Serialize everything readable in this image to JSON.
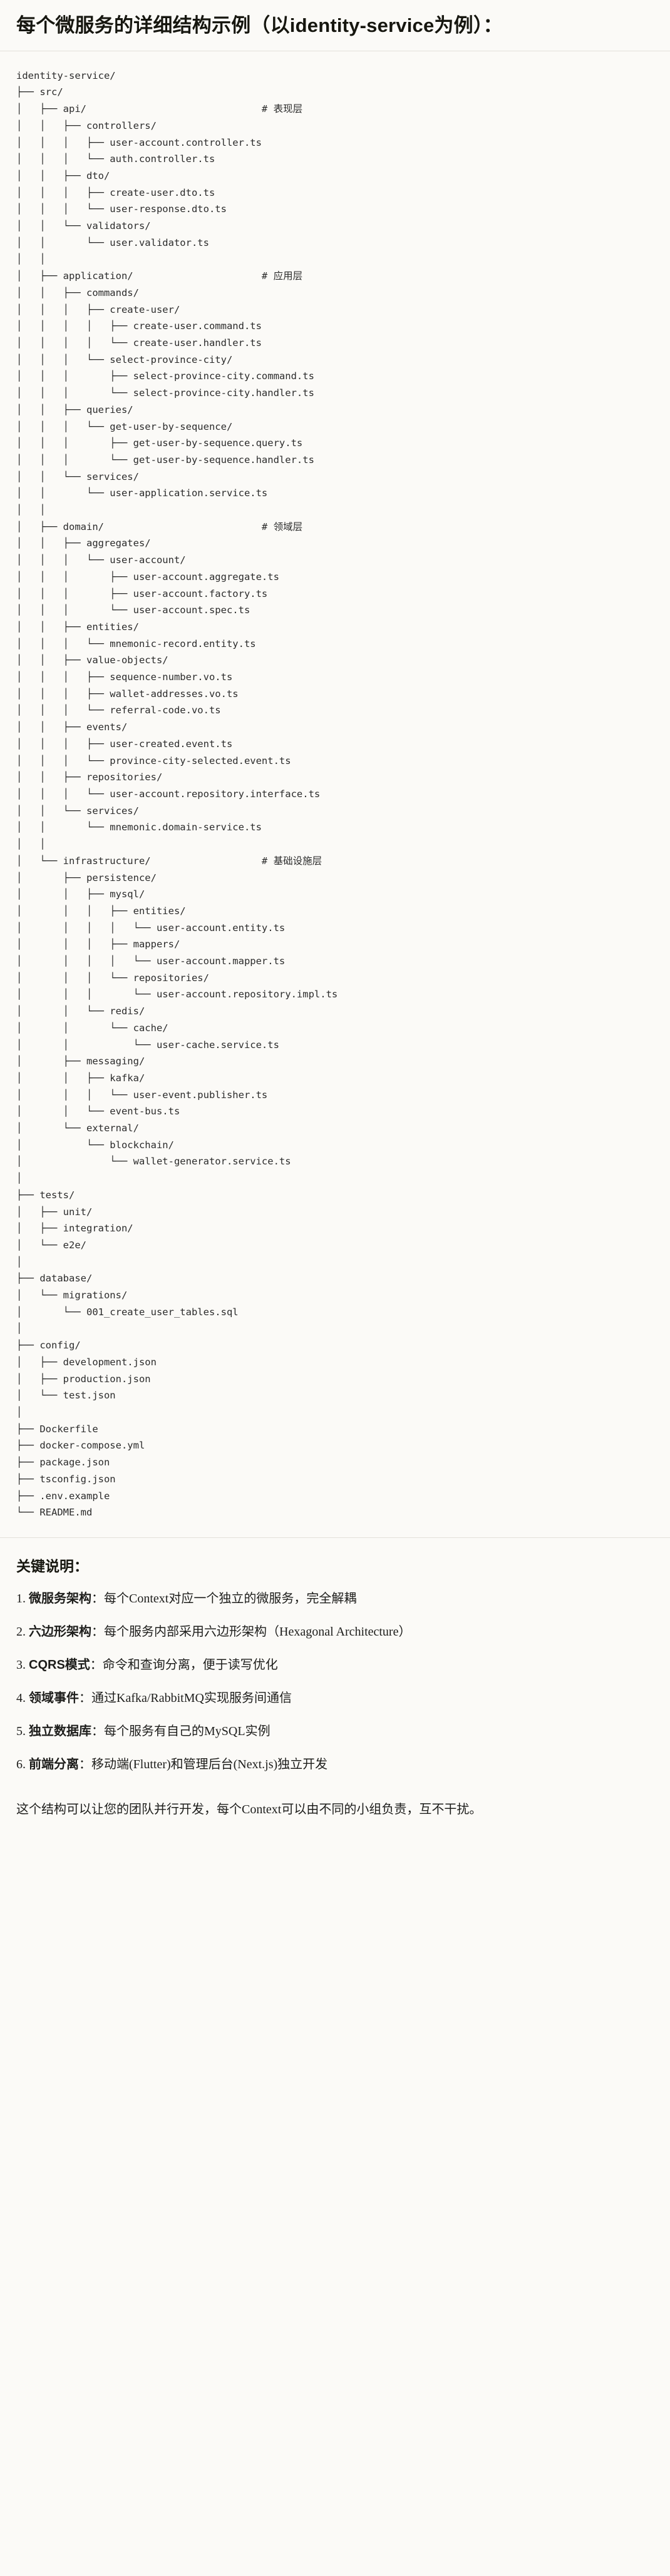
{
  "header": {
    "title": "每个微服务的详细结构示例（以identity-service为例）："
  },
  "tree": {
    "root": "identity-service/",
    "text": "identity-service/\n├── src/\n│   ├── api/                              # 表现层\n│   │   ├── controllers/\n│   │   │   ├── user-account.controller.ts\n│   │   │   └── auth.controller.ts\n│   │   ├── dto/\n│   │   │   ├── create-user.dto.ts\n│   │   │   └── user-response.dto.ts\n│   │   └── validators/\n│   │       └── user.validator.ts\n│   │\n│   ├── application/                      # 应用层\n│   │   ├── commands/\n│   │   │   ├── create-user/\n│   │   │   │   ├── create-user.command.ts\n│   │   │   │   └── create-user.handler.ts\n│   │   │   └── select-province-city/\n│   │   │       ├── select-province-city.command.ts\n│   │   │       └── select-province-city.handler.ts\n│   │   ├── queries/\n│   │   │   └── get-user-by-sequence/\n│   │   │       ├── get-user-by-sequence.query.ts\n│   │   │       └── get-user-by-sequence.handler.ts\n│   │   └── services/\n│   │       └── user-application.service.ts\n│   │\n│   ├── domain/                           # 领域层\n│   │   ├── aggregates/\n│   │   │   └── user-account/\n│   │   │       ├── user-account.aggregate.ts\n│   │   │       ├── user-account.factory.ts\n│   │   │       └── user-account.spec.ts\n│   │   ├── entities/\n│   │   │   └── mnemonic-record.entity.ts\n│   │   ├── value-objects/\n│   │   │   ├── sequence-number.vo.ts\n│   │   │   ├── wallet-addresses.vo.ts\n│   │   │   └── referral-code.vo.ts\n│   │   ├── events/\n│   │   │   ├── user-created.event.ts\n│   │   │   └── province-city-selected.event.ts\n│   │   ├── repositories/\n│   │   │   └── user-account.repository.interface.ts\n│   │   └── services/\n│   │       └── mnemonic.domain-service.ts\n│   │\n│   └── infrastructure/                   # 基础设施层\n│       ├── persistence/\n│       │   ├── mysql/\n│       │   │   ├── entities/\n│       │   │   │   └── user-account.entity.ts\n│       │   │   ├── mappers/\n│       │   │   │   └── user-account.mapper.ts\n│       │   │   └── repositories/\n│       │   │       └── user-account.repository.impl.ts\n│       │   └── redis/\n│       │       └── cache/\n│       │           └── user-cache.service.ts\n│       ├── messaging/\n│       │   ├── kafka/\n│       │   │   └── user-event.publisher.ts\n│       │   └── event-bus.ts\n│       └── external/\n│           └── blockchain/\n│               └── wallet-generator.service.ts\n│\n├── tests/\n│   ├── unit/\n│   ├── integration/\n│   └── e2e/\n│\n├── database/\n│   └── migrations/\n│       └── 001_create_user_tables.sql\n│\n├── config/\n│   ├── development.json\n│   ├── production.json\n│   └── test.json\n│\n├── Dockerfile\n├── docker-compose.yml\n├── package.json\n├── tsconfig.json\n├── .env.example\n└── README.md",
    "comments": [
      {
        "layer": "api/",
        "label": "# 表现层"
      },
      {
        "layer": "application/",
        "label": "# 应用层"
      },
      {
        "layer": "domain/",
        "label": "# 领域层"
      },
      {
        "layer": "infrastructure/",
        "label": "# 基础设施层"
      }
    ]
  },
  "notes": {
    "heading": "关键说明：",
    "items": [
      {
        "num": "1.",
        "label": "微服务架构",
        "sep": "：",
        "text": "每个Context对应一个独立的微服务，完全解耦"
      },
      {
        "num": "2.",
        "label": "六边形架构",
        "sep": "：",
        "text": "每个服务内部采用六边形架构（Hexagonal Architecture）"
      },
      {
        "num": "3.",
        "label": "CQRS模式",
        "sep": "：",
        "text": "命令和查询分离，便于读写优化"
      },
      {
        "num": "4.",
        "label": "领域事件",
        "sep": "：",
        "text": "通过Kafka/RabbitMQ实现服务间通信"
      },
      {
        "num": "5.",
        "label": "独立数据库",
        "sep": "：",
        "text": "每个服务有自己的MySQL实例"
      },
      {
        "num": "6.",
        "label": "前端分离",
        "sep": "：",
        "text": "移动端(Flutter)和管理后台(Next.js)独立开发"
      }
    ]
  },
  "closing": {
    "text": "这个结构可以让您的团队并行开发，每个Context可以由不同的小组负责，互不干扰。"
  }
}
